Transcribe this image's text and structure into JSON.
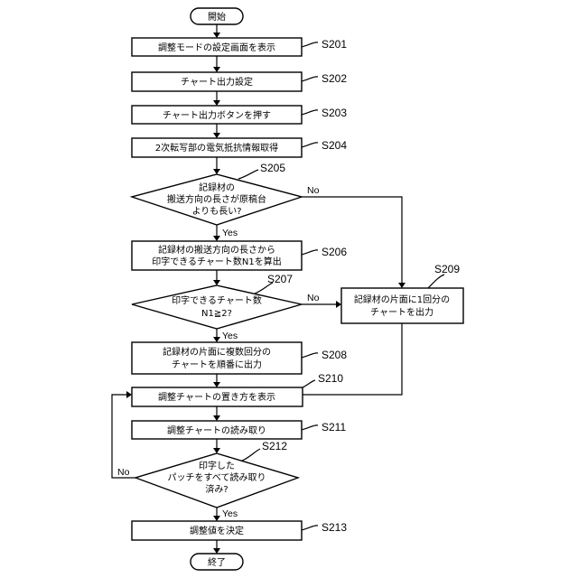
{
  "nodes": {
    "start": {
      "text": "開始"
    },
    "s201": {
      "text": "調整モードの設定画面を表示",
      "label": "S201"
    },
    "s202": {
      "text": "チャート出力設定",
      "label": "S202"
    },
    "s203": {
      "text": "チャート出力ボタンを押す",
      "label": "S203"
    },
    "s204": {
      "text": "2次転写部の電気抵抗情報取得",
      "label": "S204"
    },
    "s205": {
      "lines": [
        "記録材の",
        "搬送方向の長さが原稿台",
        "よりも長い?"
      ],
      "label": "S205"
    },
    "s206": {
      "lines": [
        "記録材の搬送方向の長さから",
        "印字できるチャート数N1を算出"
      ],
      "label": "S206"
    },
    "s207": {
      "lines": [
        "印字できるチャート数",
        "N1≧2?"
      ],
      "label": "S207"
    },
    "s208": {
      "lines": [
        "記録材の片面に複数回分の",
        "チャートを順番に出力"
      ],
      "label": "S208"
    },
    "s209": {
      "lines": [
        "記録材の片面に1回分の",
        "チャートを出力"
      ],
      "label": "S209"
    },
    "s210": {
      "text": "調整チャートの置き方を表示",
      "label": "S210"
    },
    "s211": {
      "text": "調整チャートの読み取り",
      "label": "S211"
    },
    "s212": {
      "lines": [
        "印字した",
        "パッチをすべて読み取り",
        "済み?"
      ],
      "label": "S212"
    },
    "s213": {
      "text": "調整値を決定",
      "label": "S213"
    },
    "end": {
      "text": "終了"
    }
  },
  "edges": {
    "yes": "Yes",
    "no": "No"
  }
}
